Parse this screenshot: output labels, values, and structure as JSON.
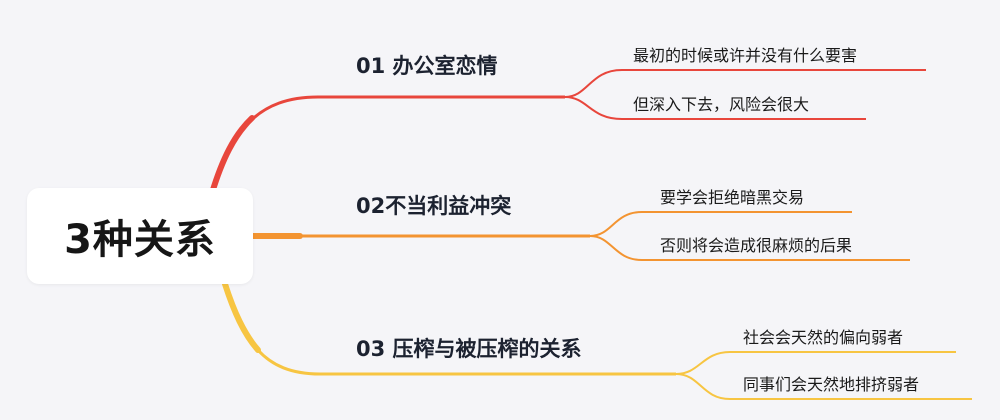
{
  "root": {
    "label": "3种关系"
  },
  "branches": [
    {
      "label": "01 办公室恋情",
      "color": "#e8463c",
      "leaves": [
        "最初的时候或许并没有什么要害",
        "但深入下去，风险会很大"
      ]
    },
    {
      "label": "02不当利益冲突",
      "color": "#f39431",
      "leaves": [
        "要学会拒绝暗黑交易",
        "否则将会造成很麻烦的后果"
      ]
    },
    {
      "label": "03 压榨与被压榨的关系",
      "color": "#f7c542",
      "leaves": [
        "社会会天然的偏向弱者",
        "同事们会天然地排挤弱者"
      ]
    }
  ]
}
